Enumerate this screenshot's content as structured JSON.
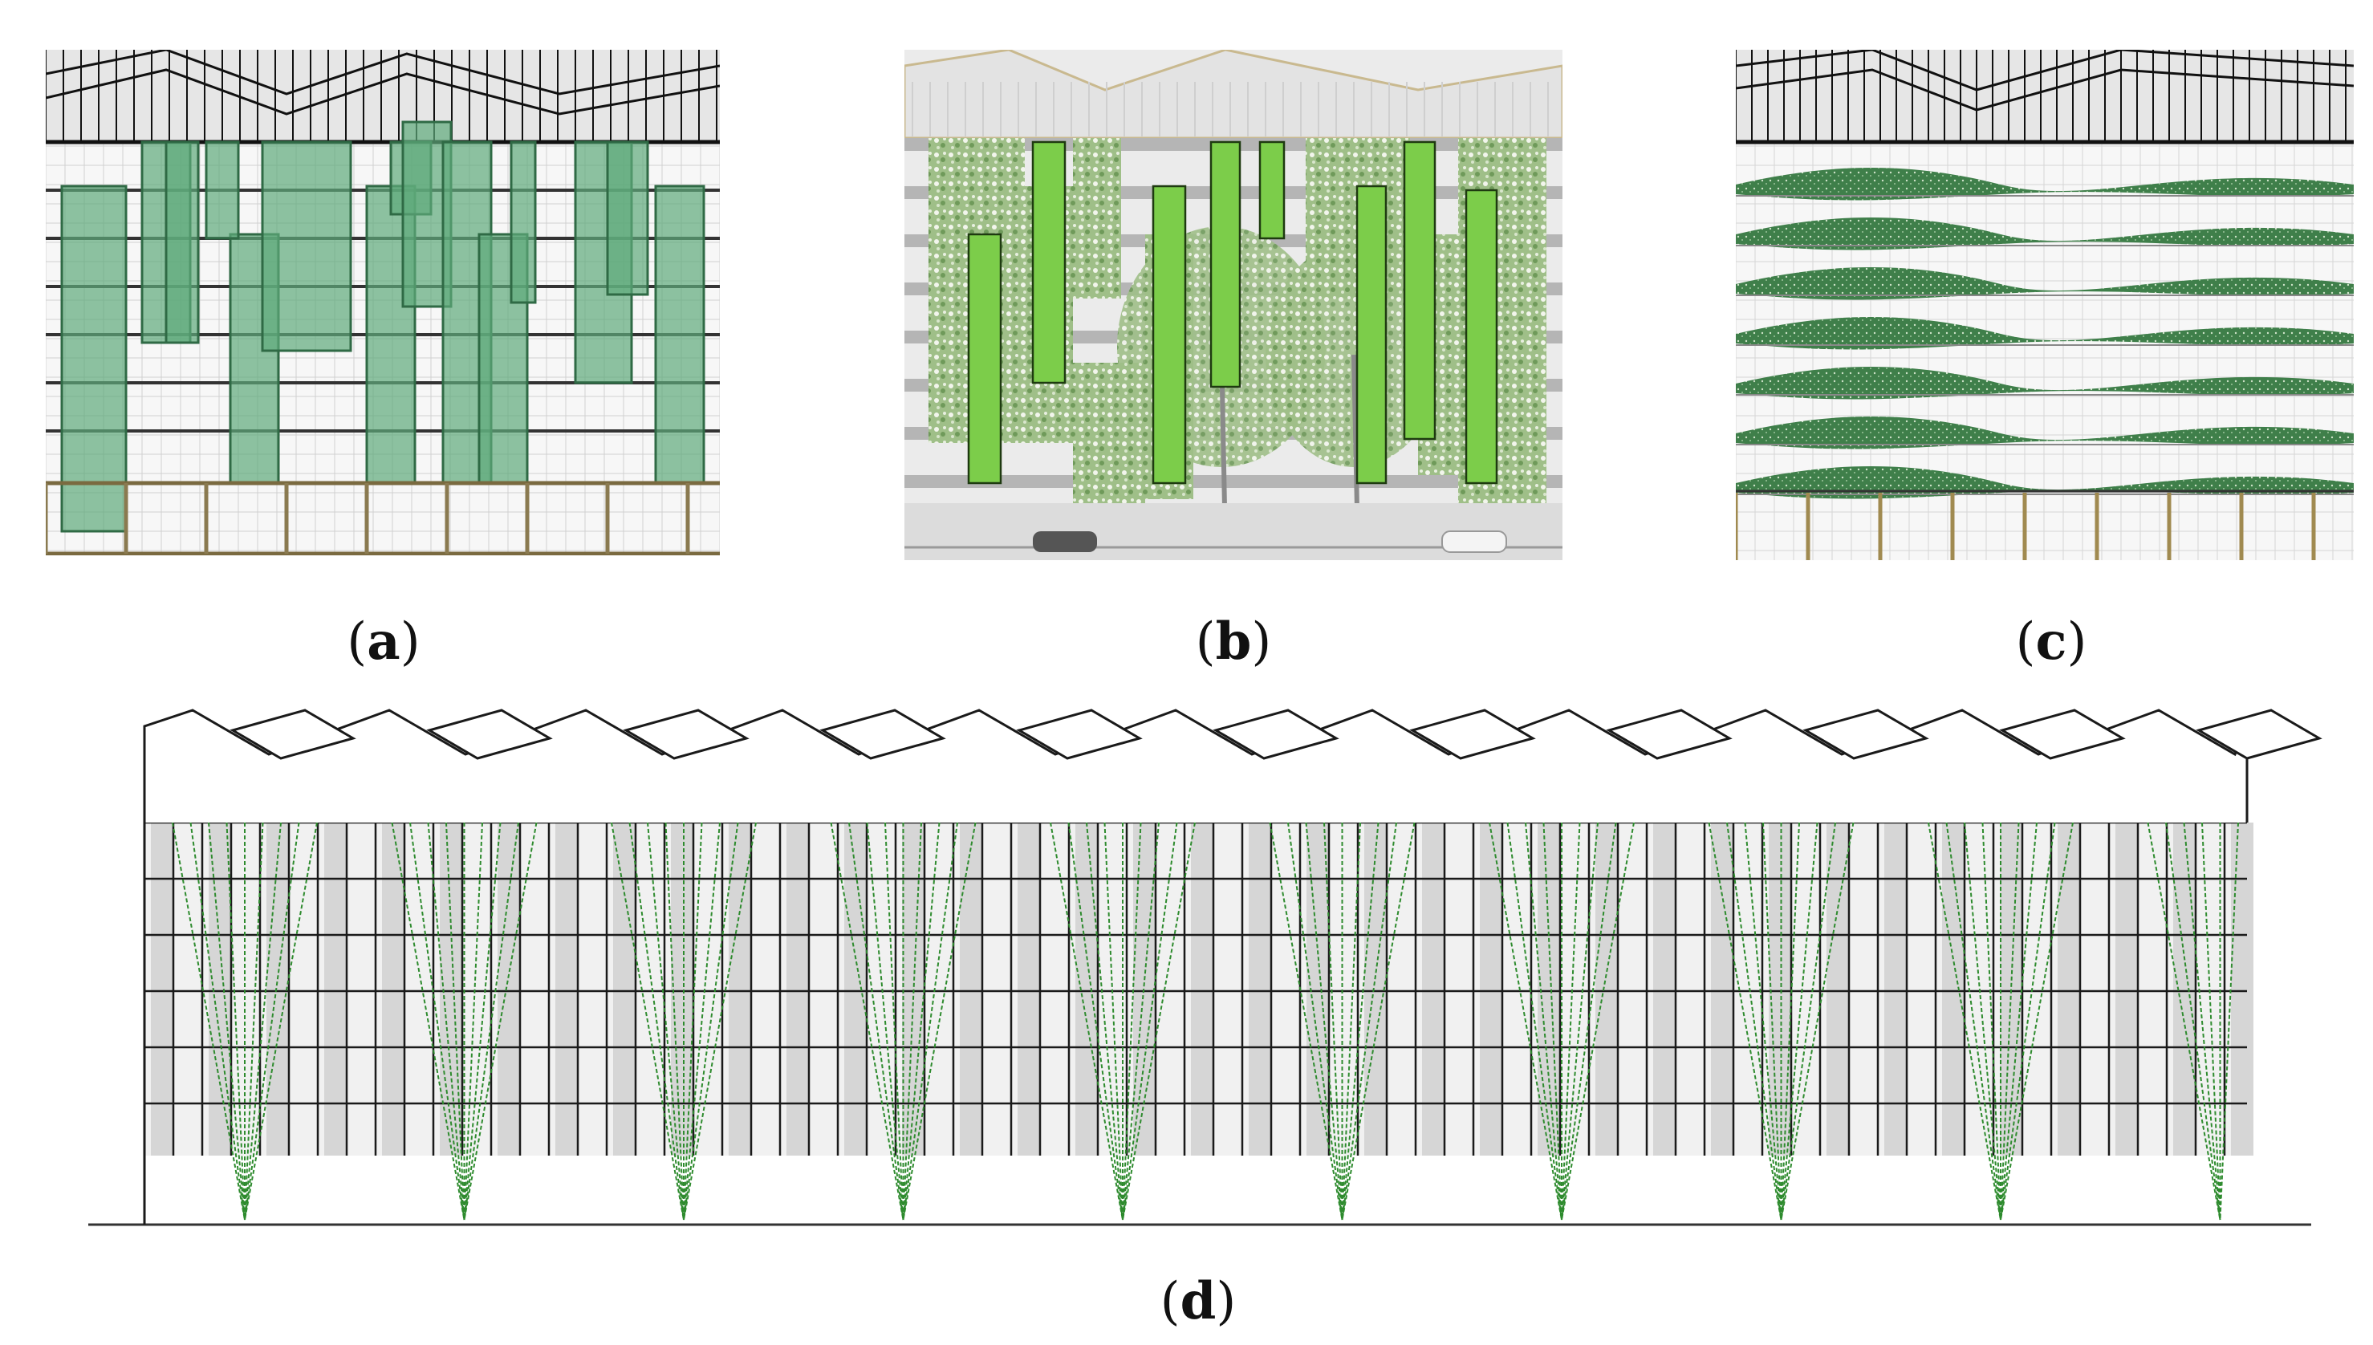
{
  "figure": {
    "panels": [
      {
        "id": "a",
        "caption": "a"
      },
      {
        "id": "b",
        "caption": "b"
      },
      {
        "id": "c",
        "caption": "c"
      },
      {
        "id": "d",
        "caption": "d"
      }
    ]
  },
  "colors": {
    "green_panel": "#5ea97a",
    "green_bright": "#7ccd4a",
    "green_moss": "#3f7f4a",
    "green_cable": "#2e8b2e",
    "grid_line": "#222222",
    "glass_gray": "#d9d9d9",
    "wood": "#b8a070"
  }
}
